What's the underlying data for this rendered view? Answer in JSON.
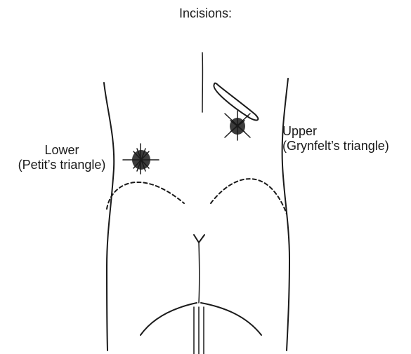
{
  "figure": {
    "title": "Incisions:",
    "lower_label": {
      "line1": "Lower",
      "line2": "(Petit’s triangle)"
    },
    "upper_label": {
      "line1": "Upper",
      "line2": "(Grynfelt’s triangle)"
    },
    "ink_color": "#1a1a1a"
  }
}
